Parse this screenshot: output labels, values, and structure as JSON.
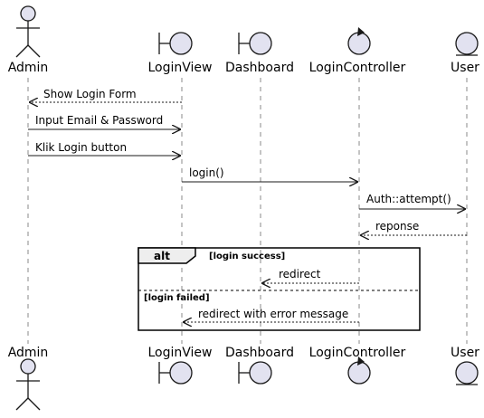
{
  "participants": {
    "admin": "Admin",
    "login_view": "LoginView",
    "dashboard": "Dashboard",
    "login_controller": "LoginController",
    "user": "User"
  },
  "participant_types": {
    "admin": "actor",
    "login_view": "boundary",
    "dashboard": "boundary",
    "login_controller": "control",
    "user": "entity"
  },
  "messages": {
    "m1": "Show Login Form",
    "m2": "Input Email & Password",
    "m3": "Klik Login button",
    "m4": "login()",
    "m5": "Auth::attempt()",
    "m6": "reponse",
    "m7": "redirect",
    "m8": "redirect with error message"
  },
  "alt_fragment": {
    "keyword": "alt",
    "guard_1": "[login success]",
    "guard_2": "[login failed]"
  },
  "colors": {
    "participant_fill": "#E2E2F0",
    "stroke": "#181818",
    "lifeline": "#888888"
  }
}
